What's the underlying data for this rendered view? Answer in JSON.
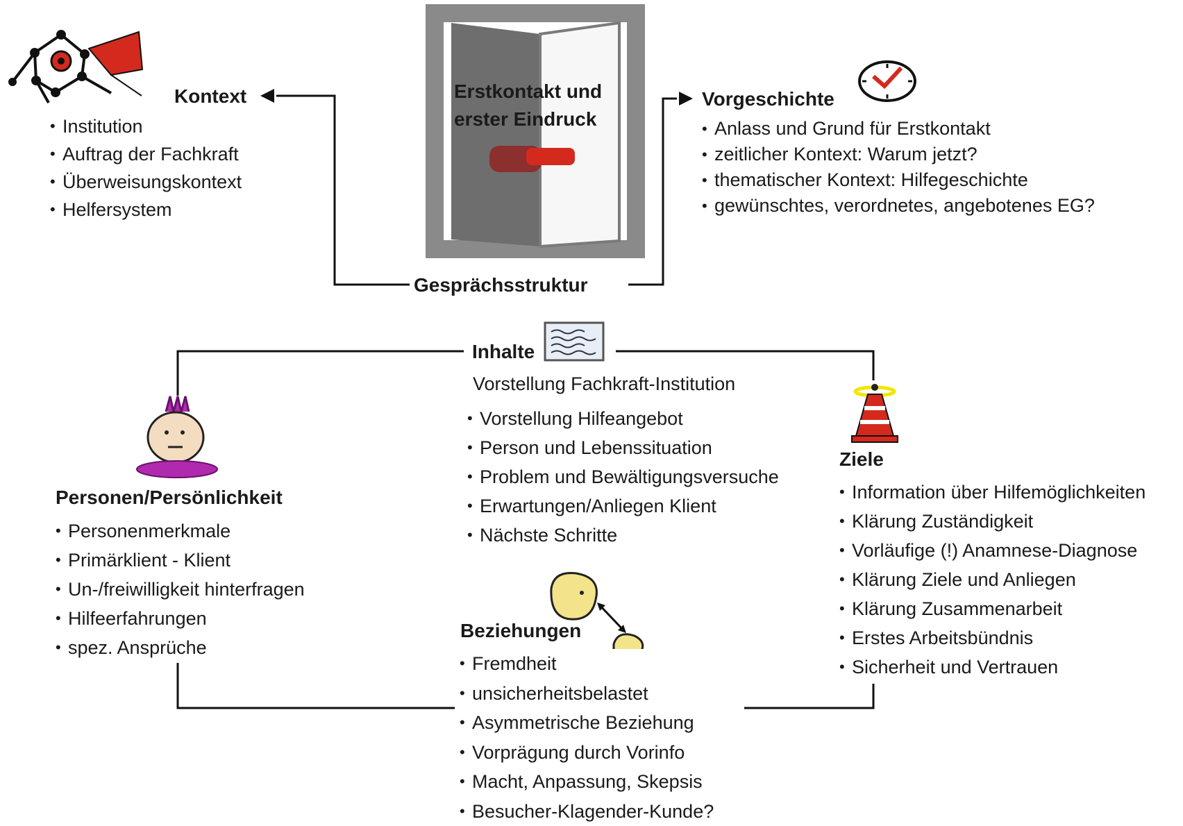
{
  "center": {
    "title_line1": "Erstkontakt und",
    "title_line2": "erster Eindruck",
    "structure_label": "Gesprächsstruktur"
  },
  "kontext": {
    "heading": "Kontext",
    "items": [
      "Institution",
      "Auftrag der Fachkraft",
      "Überweisungskontext",
      "Helfersystem"
    ]
  },
  "vorgeschichte": {
    "heading": "Vorgeschichte",
    "items": [
      "Anlass und Grund für Erstkontakt",
      "zeitlicher Kontext: Warum jetzt?",
      "thematischer Kontext: Hilfegeschichte",
      "gewünschtes, verordnetes, angebotenes EG?"
    ]
  },
  "inhalte": {
    "heading": "Inhalte",
    "intro": "Vorstellung Fachkraft-Institution",
    "items": [
      "Vorstellung Hilfeangebot",
      "Person und Lebenssituation",
      "Problem und Bewältigungsversuche",
      "Erwartungen/Anliegen Klient",
      "Nächste Schritte"
    ]
  },
  "personen": {
    "heading": "Personen/Persönlichkeit",
    "items": [
      "Personenmerkmale",
      "Primärklient - Klient",
      "Un-/freiwilligkeit hinterfragen",
      "Hilfeerfahrungen",
      "spez. Ansprüche"
    ]
  },
  "ziele": {
    "heading": "Ziele",
    "items": [
      "Information über Hilfemöglichkeiten",
      "Klärung Zuständigkeit",
      "Vorläufige (!) Anamnese-Diagnose",
      "Klärung Ziele und Anliegen",
      "Klärung Zusammenarbeit",
      "Erstes Arbeitsbündnis",
      "Sicherheit und Vertrauen"
    ]
  },
  "beziehungen": {
    "heading": "Beziehungen",
    "items": [
      "Fremdheit",
      "unsicherheitsbelastet",
      "Asymmetrische Beziehung",
      "Vorprägung durch Vorinfo",
      "Macht, Anpassung, Skepsis",
      "Besucher-Klagender-Kunde?"
    ]
  },
  "icons": {
    "network": "network-kite-icon",
    "door": "open-door-icon",
    "clock": "clock-icon",
    "document": "document-icon",
    "person": "person-icon",
    "cone": "traffic-cone-icon",
    "relationship": "two-heads-icon"
  },
  "colors": {
    "line": "#111111",
    "accent": "#d42a1e",
    "door": "#7a7a7a",
    "person_purple": "#b02ab0",
    "cone_yellow": "#f2e600"
  }
}
